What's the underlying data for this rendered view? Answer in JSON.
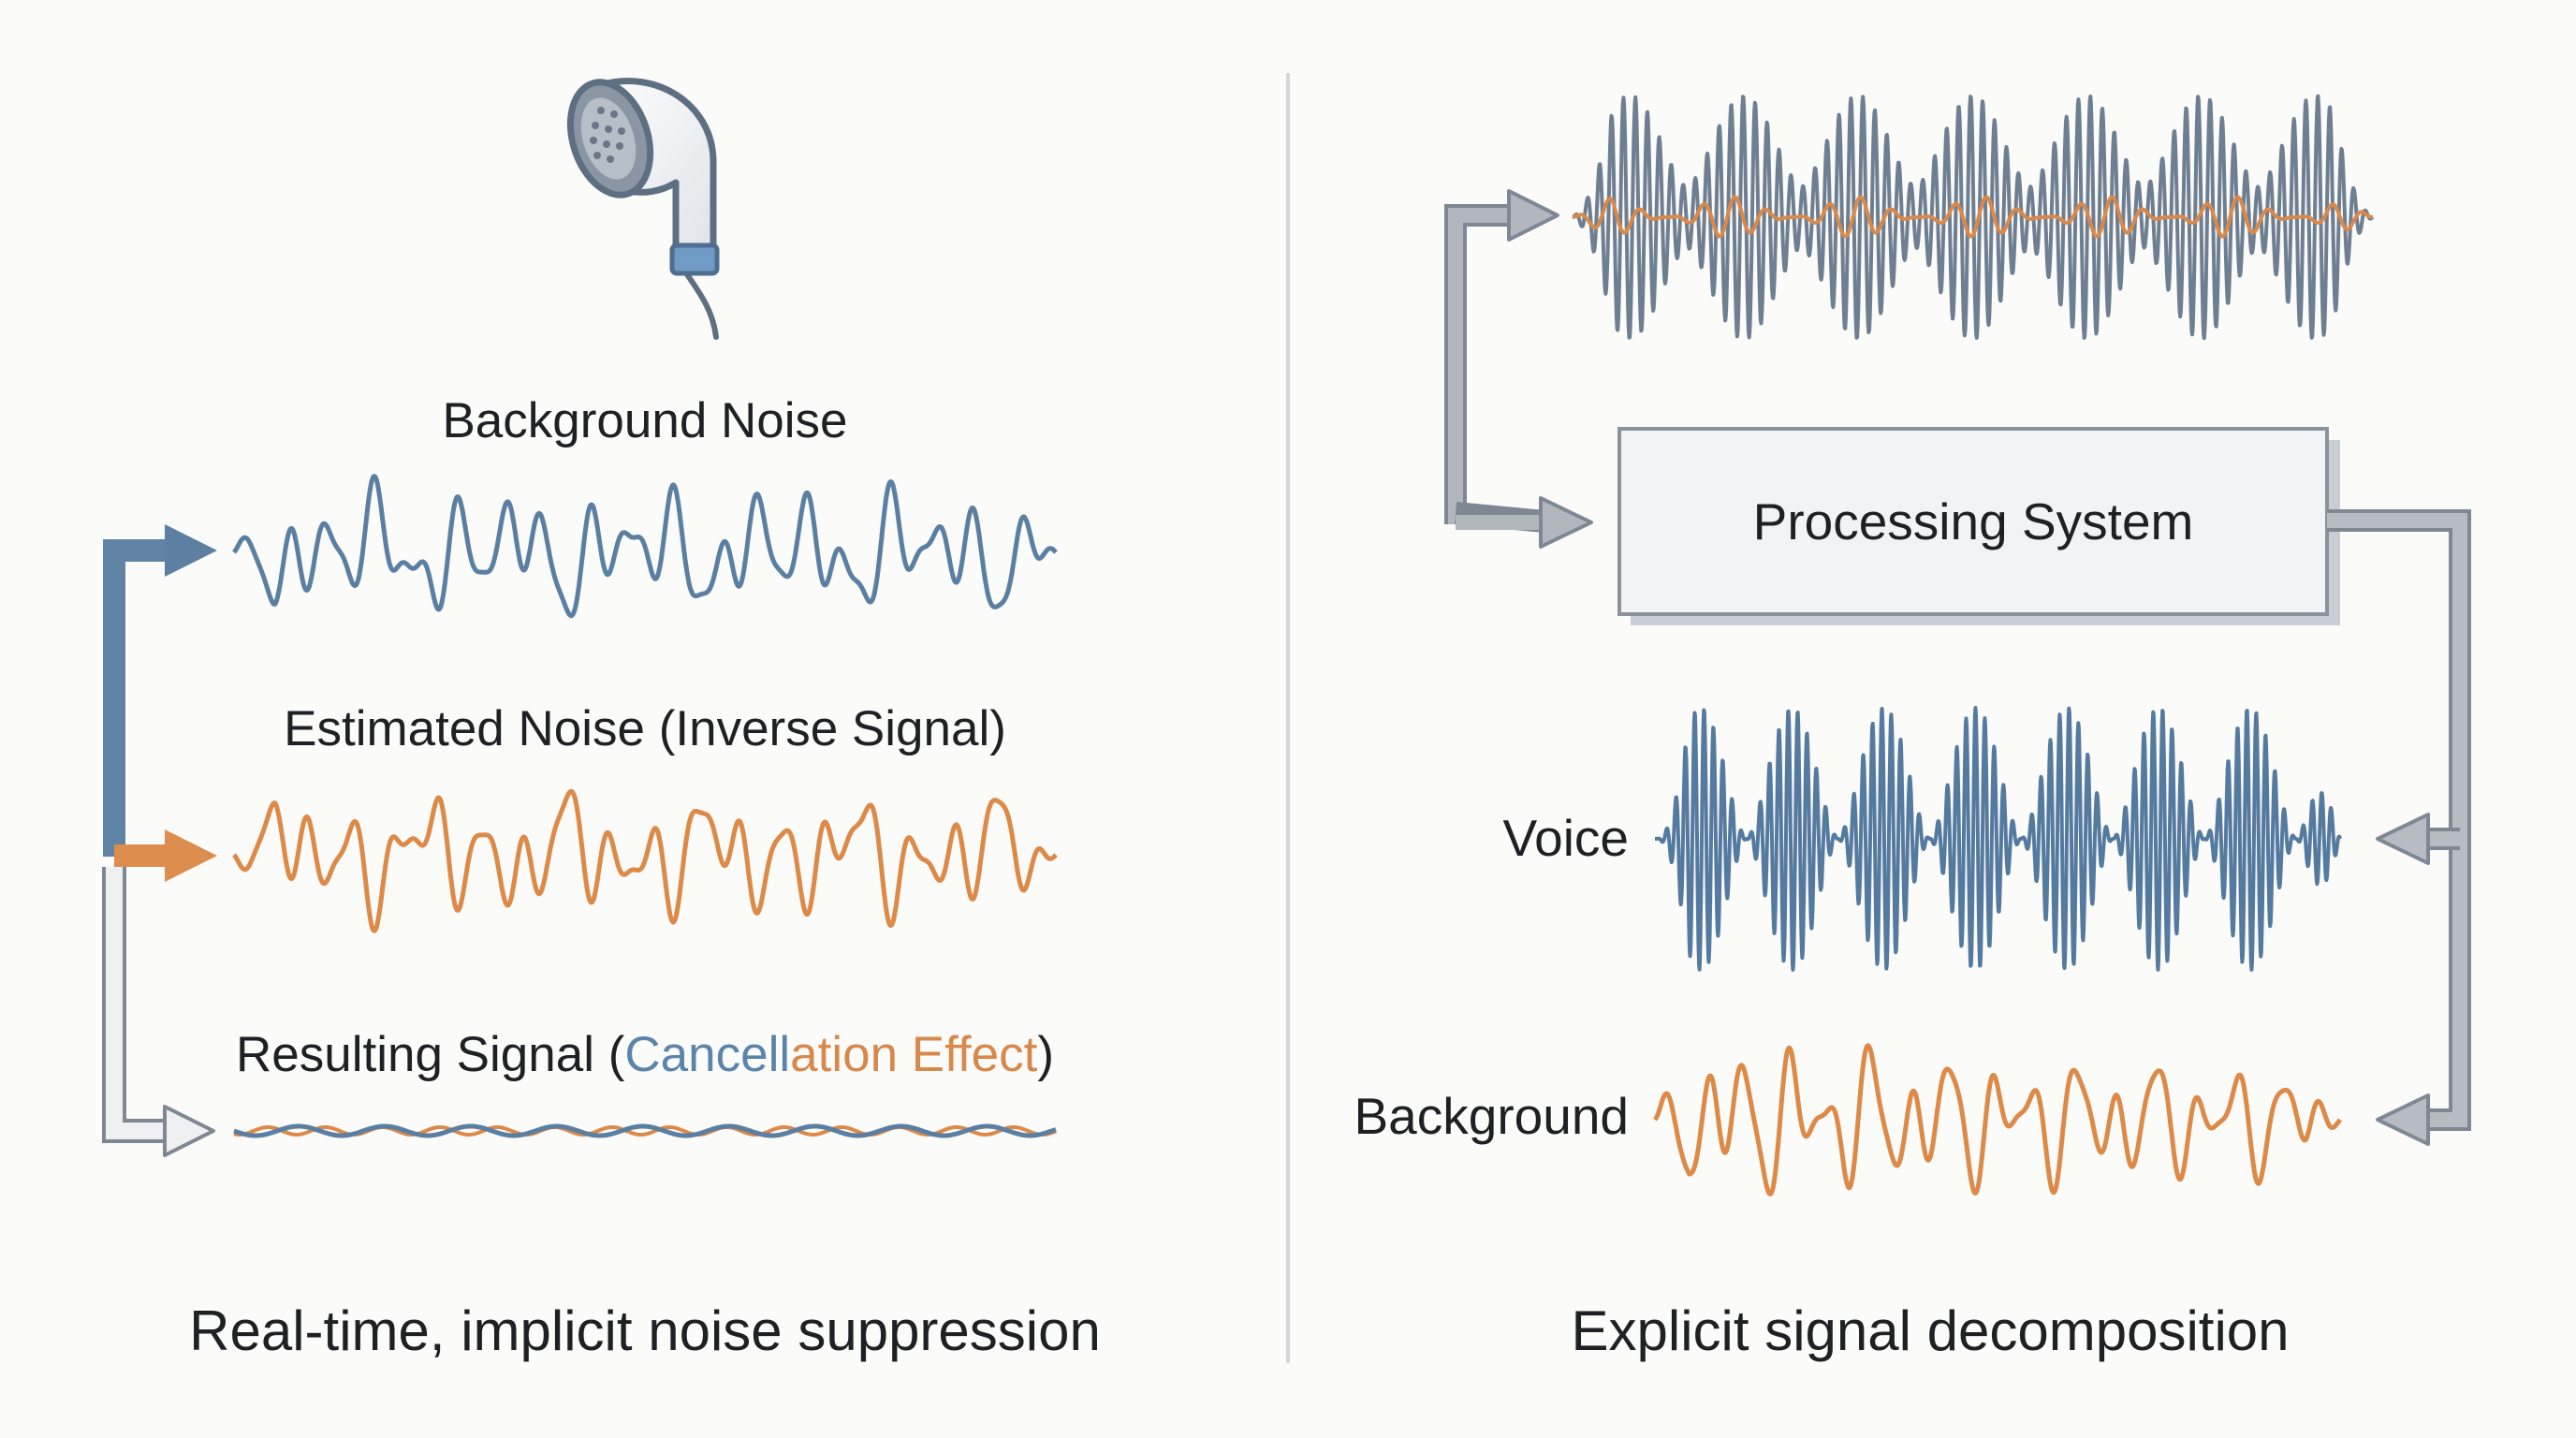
{
  "left_panel": {
    "background_noise_label": "Background Noise",
    "estimated_noise_label": "Estimated Noise (Inverse Signal)",
    "resulting_signal_label": {
      "prefix": "Resulting Signal (",
      "word_part_blue": "Cancell",
      "word_part_orange": "ation Effect",
      "suffix": ")"
    },
    "caption": "Real-time, implicit noise suppression",
    "icon": "earbud-icon"
  },
  "right_panel": {
    "processing_box_label": "Processing System",
    "voice_label": "Voice",
    "background_label": "Background",
    "caption": "Explicit signal decomposition"
  },
  "colors": {
    "blue_wave": "#5b7fa3",
    "orange_wave": "#dd8a48",
    "gray_arrow": "#a7adb4",
    "divider": "#d4d6da",
    "text": "#1e2024"
  }
}
